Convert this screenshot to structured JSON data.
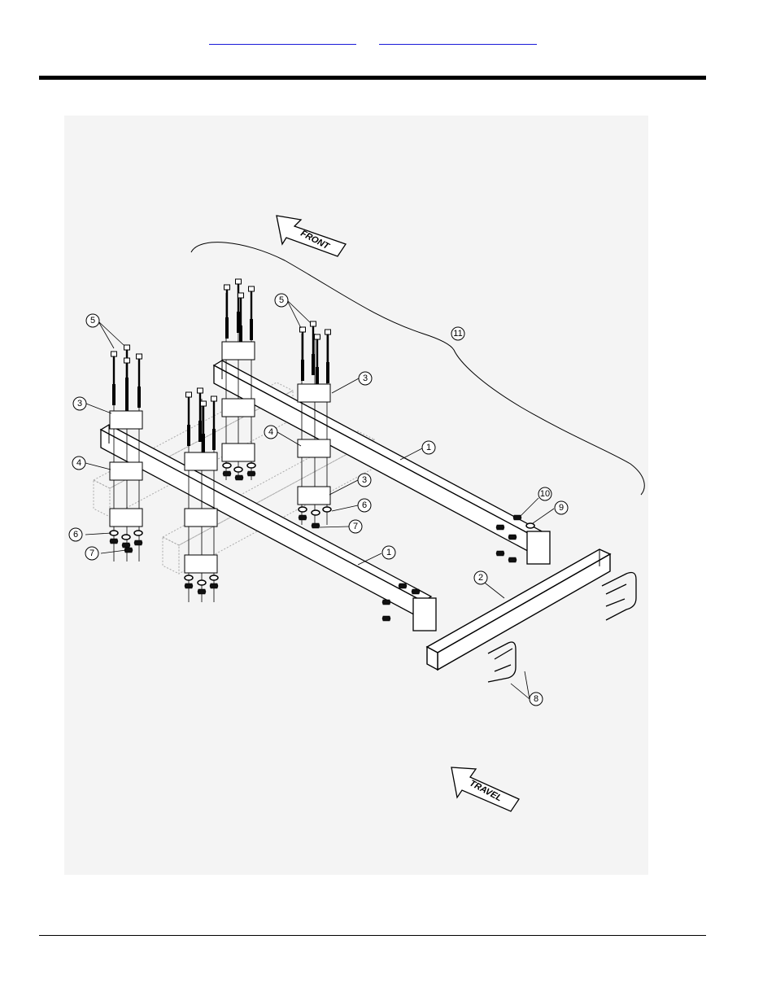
{
  "header": {
    "links": [
      "",
      ""
    ]
  },
  "figure": {
    "direction_labels": {
      "front": "FRONT",
      "travel": "TRAVEL"
    },
    "callouts": {
      "c5a": "5",
      "c5b": "5",
      "c11": "11",
      "c3a": "3",
      "c3b": "3",
      "c3c": "3",
      "c4a": "4",
      "c4b": "4",
      "c1a": "1",
      "c1b": "1",
      "c6a": "6",
      "c6b": "6",
      "c7a": "7",
      "c7b": "7",
      "c10": "10",
      "c9": "9",
      "c2": "2",
      "c8": "8"
    }
  }
}
